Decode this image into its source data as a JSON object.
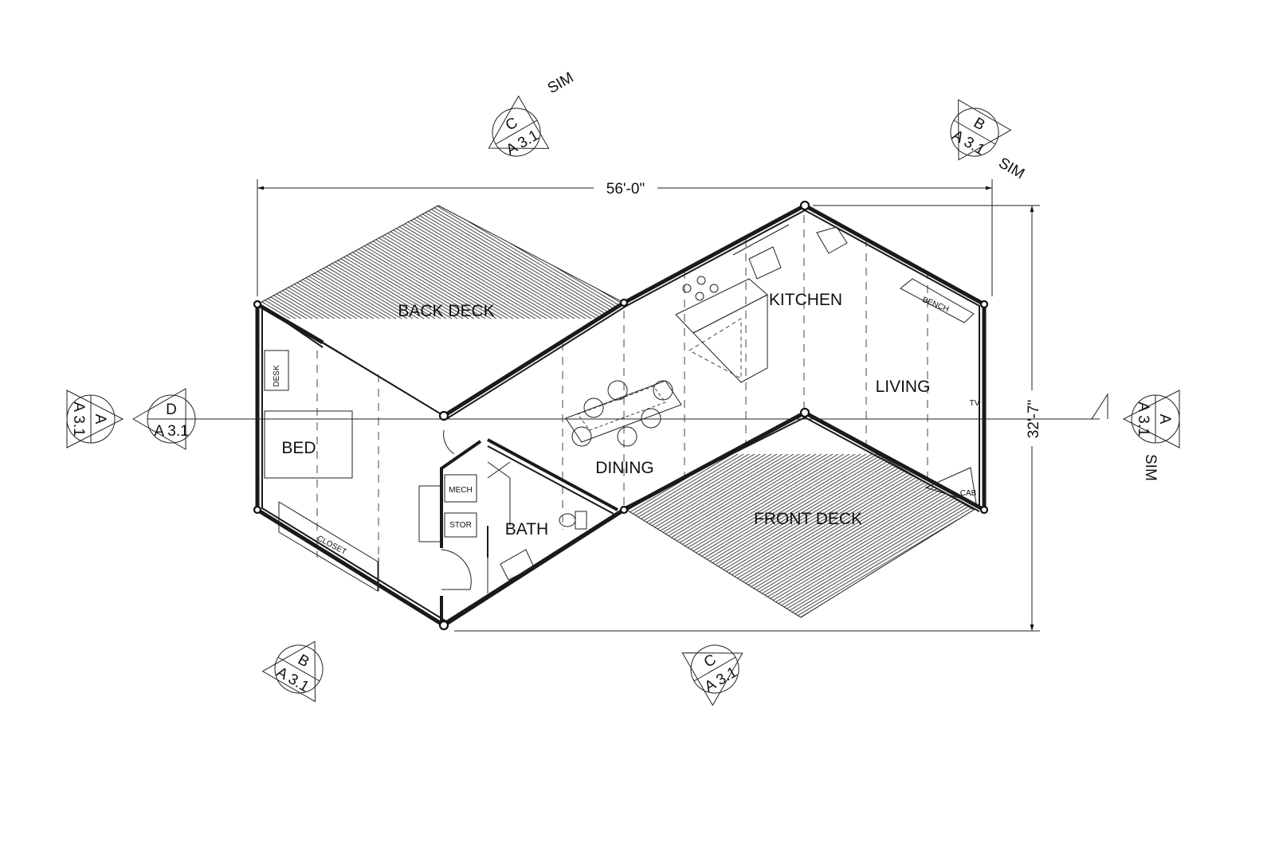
{
  "dimensions": {
    "width": "56'-0\"",
    "depth": "32'-7\""
  },
  "rooms": {
    "back_deck": "BACK DECK",
    "kitchen": "KITCHEN",
    "living": "LIVING",
    "dining": "DINING",
    "bed": "BED",
    "bath": "BATH",
    "front_deck": "FRONT DECK"
  },
  "fixtures": {
    "desk": "DESK",
    "closet": "CLOSET",
    "mech": "MECH",
    "stor": "STOR",
    "bench": "BENCH",
    "tv": "TV",
    "cab": "CAB"
  },
  "section_markers": {
    "top_left": {
      "letter": "C",
      "sheet": "A 3.1",
      "note": "SIM"
    },
    "top_right": {
      "letter": "B",
      "sheet": "A 3.1",
      "note": "SIM"
    },
    "left_outer": {
      "letter": "A",
      "sheet": "A 3.1"
    },
    "left_inner": {
      "letter": "D",
      "sheet": "A 3.1"
    },
    "right": {
      "letter": "A",
      "sheet": "A 3.1",
      "note": "SIM"
    },
    "bottom_left": {
      "letter": "B",
      "sheet": "A 3.1"
    },
    "bottom_right": {
      "letter": "C",
      "sheet": "A 3.1"
    }
  }
}
